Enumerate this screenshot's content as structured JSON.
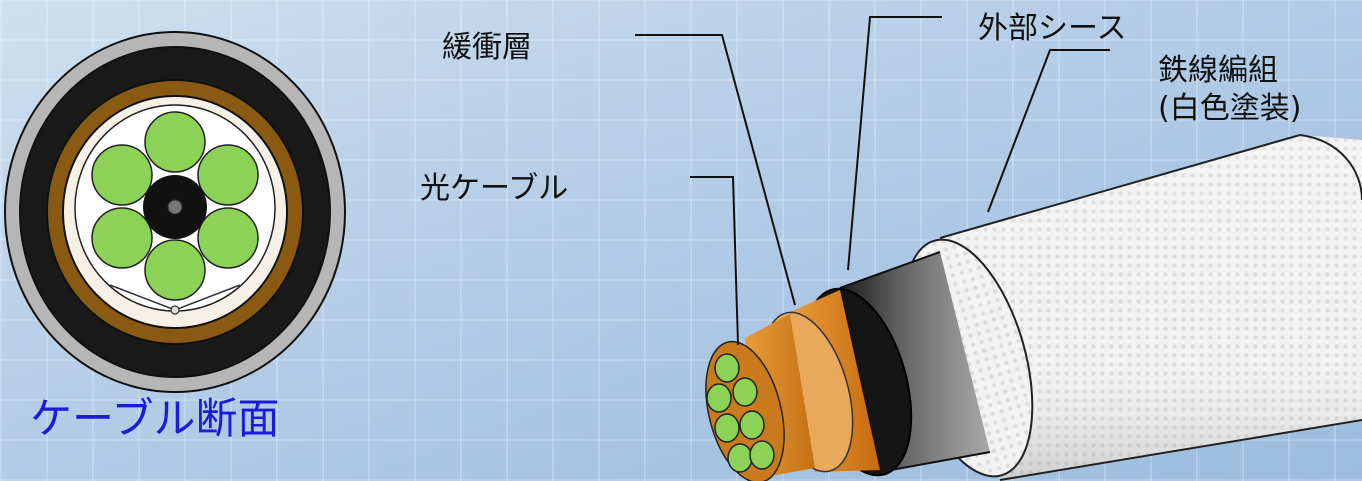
{
  "labels": {
    "buffer_layer": "緩衝層",
    "outer_sheath": "外部シース",
    "wire_braid_line1": "鉄線編組",
    "wire_braid_line2": "(白色塗装)",
    "optical_cable": "光ケーブル"
  },
  "caption": {
    "text": "ケーブル断面",
    "color": "#1c1cd8"
  },
  "colors": {
    "fiber_green": "#8cd256",
    "brown_layer": "#8a5a12",
    "black_sheath": "#1a1a1a",
    "outer_gray": "#b6b6b6",
    "orange_buffer": "#d87a18",
    "white_braid": "#f4f4f4"
  }
}
